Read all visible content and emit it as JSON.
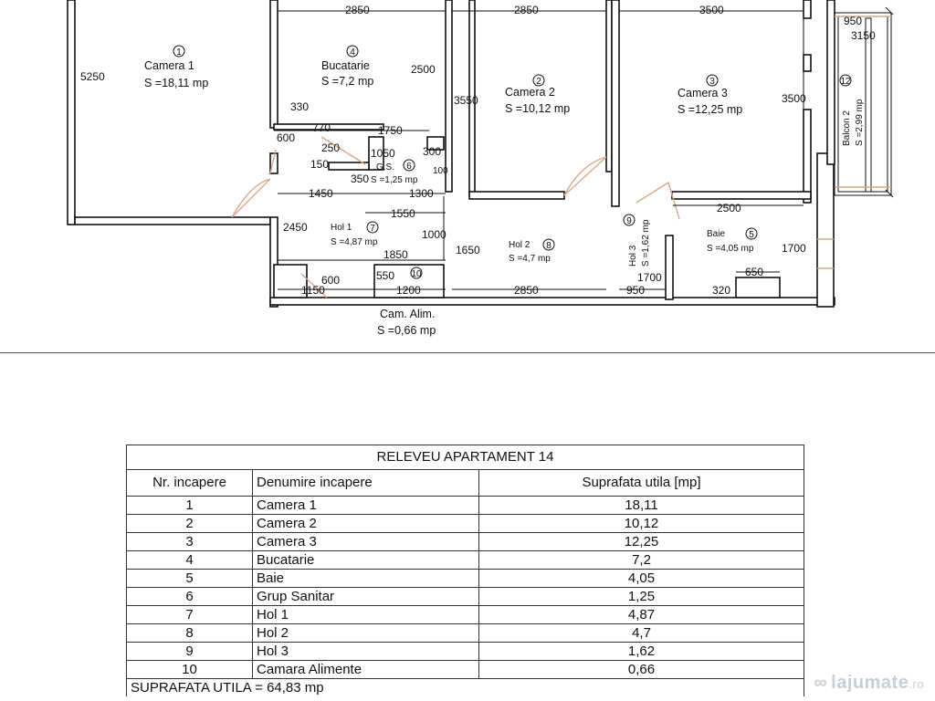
{
  "plan": {
    "rooms": {
      "camera1": {
        "num": "1",
        "name": "Camera 1",
        "area": "S =18,11 mp"
      },
      "bucatarie": {
        "num": "4",
        "name": "Bucatarie",
        "area": "S =7,2 mp"
      },
      "camera2": {
        "num": "2",
        "name": "Camera 2",
        "area": "S =10,12 mp"
      },
      "camera3": {
        "num": "3",
        "name": "Camera 3",
        "area": "S =12,25 mp"
      },
      "gs": {
        "num": "6",
        "name": "G.S.",
        "area": "S =1,25 mp"
      },
      "hol1": {
        "num": "7",
        "name": "Hol 1",
        "area": "S =4,87 mp"
      },
      "hol2": {
        "num": "8",
        "name": "Hol 2",
        "area": "S =4,7 mp"
      },
      "hol3": {
        "num": "9",
        "name": "Hol 3",
        "area": "S =1,62 mp"
      },
      "baie": {
        "num": "5",
        "name": "Baie",
        "area": "S =4,05 mp"
      },
      "camara": {
        "num": "10",
        "name": "Cam. Alim.",
        "area": "S =0,66 mp"
      },
      "balcon": {
        "num": "12",
        "name": "Balcon 2",
        "area": "S =2,99 mp"
      }
    },
    "dims": {
      "top1": "2850",
      "top2": "2850",
      "top3": "3500",
      "top4": "950",
      "top5": "3150",
      "h5250": "5250",
      "h2500": "2500",
      "h3550": "3550",
      "h3500": "3500",
      "d330": "330",
      "d770": "770",
      "d1750": "1750",
      "d600a": "600",
      "d250": "250",
      "d1050": "1050",
      "d300": "300",
      "d150": "150",
      "d350": "350",
      "d100": "100",
      "d1450": "1450",
      "d1300": "1300",
      "d1550": "1550",
      "d2450": "2450",
      "d1000": "1000",
      "d1650": "1650",
      "d2500": "2500",
      "d1700a": "1700",
      "d1700b": "1700",
      "d1850": "1850",
      "d600b": "600",
      "d550": "550",
      "d650": "650",
      "d320": "320",
      "b1150": "1150",
      "b1200": "1200",
      "b2850": "2850",
      "b950": "950"
    }
  },
  "table": {
    "title": "RELEVEU APARTAMENT 14",
    "headers": [
      "Nr. incapere",
      "Denumire incapere",
      "Suprafata utila [mp]"
    ],
    "rows": [
      {
        "nr": "1",
        "name": "Camera 1",
        "area": "18,11"
      },
      {
        "nr": "2",
        "name": "Camera 2",
        "area": "10,12"
      },
      {
        "nr": "3",
        "name": "Camera 3",
        "area": "12,25"
      },
      {
        "nr": "4",
        "name": "Bucatarie",
        "area": "7,2"
      },
      {
        "nr": "5",
        "name": "Baie",
        "area": "4,05"
      },
      {
        "nr": "6",
        "name": "Grup Sanitar",
        "area": "1,25"
      },
      {
        "nr": "7",
        "name": "Hol 1",
        "area": "4,87"
      },
      {
        "nr": "8",
        "name": "Hol 2",
        "area": "4,7"
      },
      {
        "nr": "9",
        "name": "Hol 3",
        "area": "1,62"
      },
      {
        "nr": "10",
        "name": "Camara Alimente",
        "area": "0,66"
      }
    ],
    "total": "SUPRAFATA UTILA = 64,83 mp"
  },
  "watermark": {
    "text": "lajumate",
    "suffix": ".ro"
  }
}
